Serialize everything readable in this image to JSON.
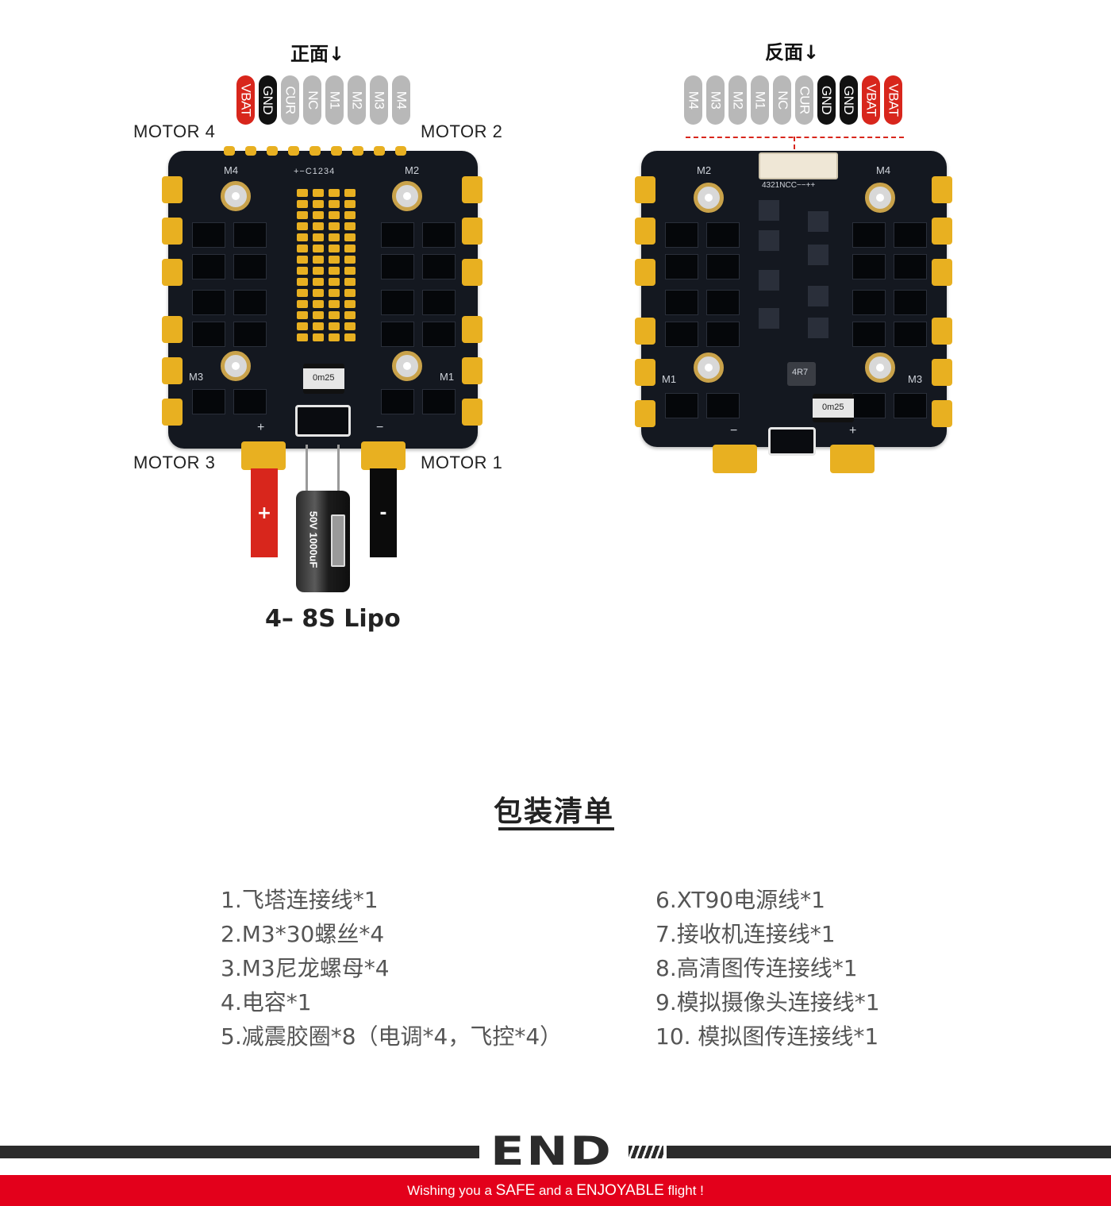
{
  "front": {
    "title": "正面↓",
    "pins": [
      {
        "label": "VBAT",
        "color": "red"
      },
      {
        "label": "GND",
        "color": "black"
      },
      {
        "label": "CUR",
        "color": "grey"
      },
      {
        "label": "NC",
        "color": "grey"
      },
      {
        "label": "M1",
        "color": "grey"
      },
      {
        "label": "M2",
        "color": "grey"
      },
      {
        "label": "M3",
        "color": "grey"
      },
      {
        "label": "M4",
        "color": "grey"
      }
    ],
    "motor_labels": {
      "top_left": "MOTOR 4",
      "top_right": "MOTOR 2",
      "bottom_left": "MOTOR 3",
      "bottom_right": "MOTOR 1"
    },
    "silk": {
      "m4": "M4",
      "m2": "M2",
      "m3": "M3",
      "m1": "M1",
      "header": "+−C1234",
      "resistor": "0m25",
      "plus": "+",
      "minus": "−"
    },
    "battery": {
      "plus": "+",
      "minus": "-",
      "capacitor": "50V 1000uF",
      "label": "4– 8S Lipo"
    }
  },
  "back": {
    "title": "反面↓",
    "pins": [
      {
        "label": "M4",
        "color": "grey"
      },
      {
        "label": "M3",
        "color": "grey"
      },
      {
        "label": "M2",
        "color": "grey"
      },
      {
        "label": "M1",
        "color": "grey"
      },
      {
        "label": "NC",
        "color": "grey"
      },
      {
        "label": "CUR",
        "color": "grey"
      },
      {
        "label": "GND",
        "color": "black"
      },
      {
        "label": "GND",
        "color": "black"
      },
      {
        "label": "VBAT",
        "color": "red"
      },
      {
        "label": "VBAT",
        "color": "red"
      }
    ],
    "silk": {
      "m2": "M2",
      "m4": "M4",
      "m1": "M1",
      "m3": "M3",
      "connector": "4321NCC−−++",
      "inductor": "4R7",
      "resistor": "0m25",
      "minus": "−",
      "plus": "+"
    }
  },
  "package": {
    "title": "包装清单",
    "left": [
      "1.飞塔连接线*1",
      "2.M3*30螺丝*4",
      "3.M3尼龙螺母*4",
      "4.电容*1",
      "5.减震胶圈*8（电调*4，飞控*4）"
    ],
    "right": [
      "6.XT90电源线*1",
      "7.接收机连接线*1",
      "8.高清图传连接线*1",
      "9.模拟摄像头连接线*1",
      "10. 模拟图传连接线*1"
    ]
  },
  "footer": {
    "logo": "END",
    "slogan_1": "Wishing you a ",
    "slogan_2": "SAFE",
    "slogan_3": " and a ",
    "slogan_4": "ENJOYABLE",
    "slogan_5": " flight !"
  },
  "colors": {
    "pad_gold": "#e8b021",
    "pcb": "#141820",
    "red": "#d8261c",
    "footer_red": "#e3001b",
    "grey_pin": "#b8b8b8"
  }
}
